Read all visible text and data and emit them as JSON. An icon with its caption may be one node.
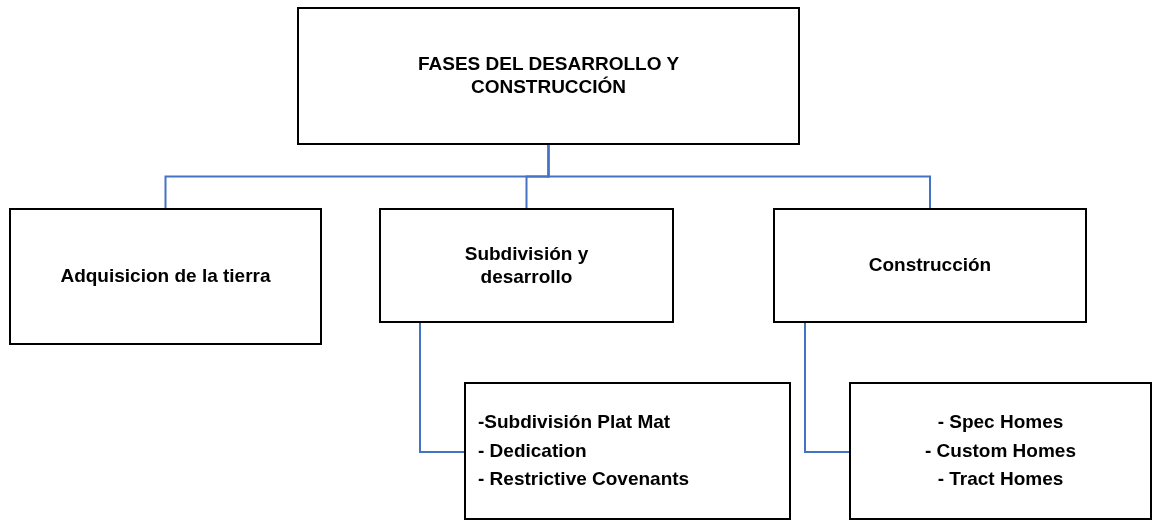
{
  "diagram": {
    "nodes": [
      {
        "text": [
          "FASES DEL DESARROLLO Y CONSTRUCCIÓN"
        ]
      },
      {
        "text": [
          "Adquisicion de la tierra"
        ]
      },
      {
        "text": [
          "Subdivisión y desarrollo"
        ]
      },
      {
        "text": [
          "Construcción"
        ]
      },
      {
        "text": [
          "-Subdivisión Plat Mat",
          "- Dedication",
          "- Restrictive Covenants"
        ]
      },
      {
        "text": [
          "- Spec Homes",
          "- Custom Homes",
          "- Tract Homes"
        ]
      }
    ],
    "edges": [
      {
        "from": 0,
        "to": 1,
        "arrow": "none"
      },
      {
        "from": 0,
        "to": 2,
        "arrow": "none"
      },
      {
        "from": 0,
        "to": 3,
        "arrow": "none"
      },
      {
        "from": 2,
        "to": 4,
        "arrow": "none"
      },
      {
        "from": 3,
        "to": 5,
        "arrow": "none"
      }
    ]
  }
}
